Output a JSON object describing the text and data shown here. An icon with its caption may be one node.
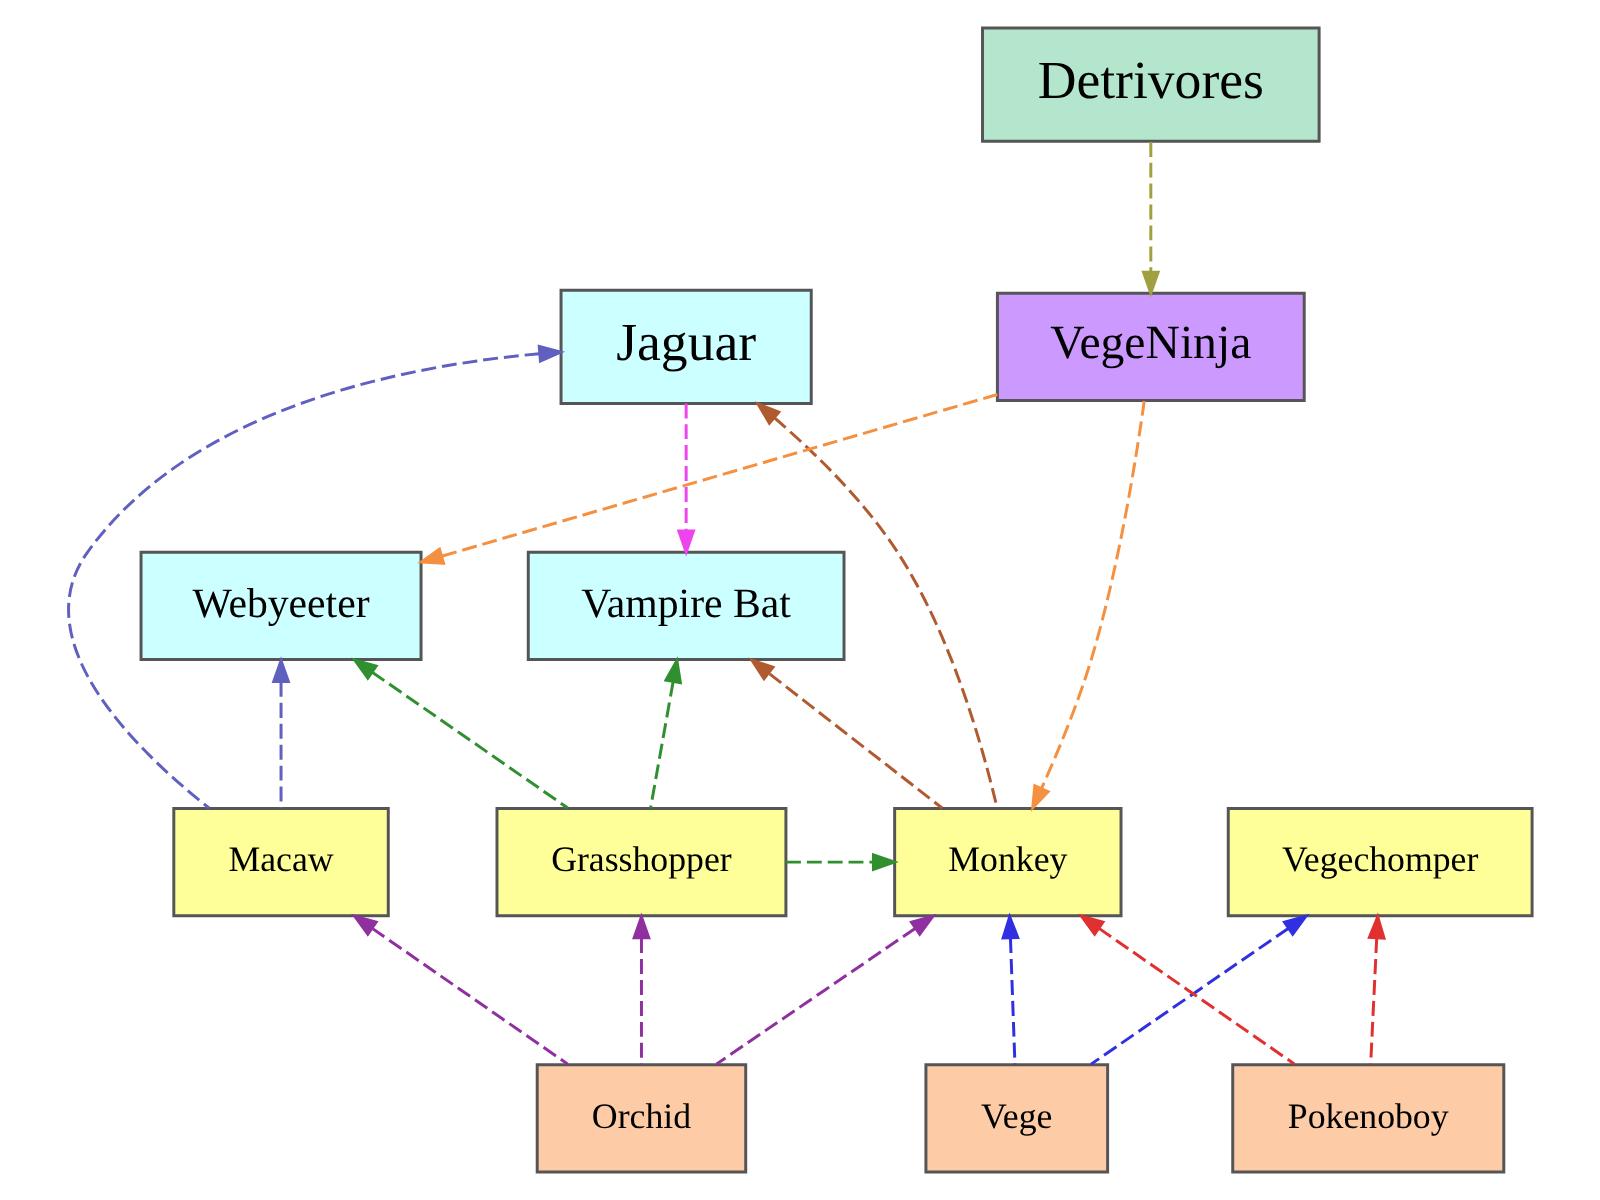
{
  "diagram": {
    "nodes": [
      {
        "text": [
          "Detrivores"
        ]
      },
      {
        "text": [
          "Jaguar"
        ]
      },
      {
        "text": [
          "VegeNinja"
        ]
      },
      {
        "text": [
          "Vampire Bat"
        ]
      },
      {
        "text": [
          "Webyeeter"
        ]
      },
      {
        "text": [
          "Vegechomper"
        ]
      },
      {
        "text": [
          "Macaw"
        ]
      },
      {
        "text": [
          "Monkey"
        ]
      },
      {
        "text": [
          "Grasshopper"
        ]
      },
      {
        "text": [
          "Pokenoboy"
        ]
      },
      {
        "text": [
          "Vege"
        ]
      },
      {
        "text": [
          "Orchid"
        ]
      }
    ],
    "edges": [
      {
        "from": 0,
        "to": 2,
        "arrow": "to",
        "style": "dashed",
        "color": "#a0a040"
      },
      {
        "from": 1,
        "to": 3,
        "arrow": "to",
        "style": "dashed",
        "color": "#ee44ee"
      },
      {
        "from": 6,
        "to": 1,
        "arrow": "to",
        "style": "dashed",
        "color": "#6060c0"
      },
      {
        "from": 7,
        "to": 1,
        "arrow": "to",
        "style": "dashed",
        "color": "#b05a30"
      },
      {
        "from": 2,
        "to": 4,
        "arrow": "to",
        "style": "dashed",
        "color": "#f59040"
      },
      {
        "from": 2,
        "to": 7,
        "arrow": "to",
        "style": "dashed",
        "color": "#f59040"
      },
      {
        "from": 7,
        "to": 3,
        "arrow": "to",
        "style": "dashed",
        "color": "#b05a30"
      },
      {
        "from": 6,
        "to": 4,
        "arrow": "to",
        "style": "dashed",
        "color": "#6060c0"
      },
      {
        "from": 8,
        "to": 3,
        "arrow": "to",
        "style": "dashed",
        "color": "#309030"
      },
      {
        "from": 8,
        "to": 4,
        "arrow": "to",
        "style": "dashed",
        "color": "#309030"
      },
      {
        "from": 8,
        "to": 7,
        "arrow": "to",
        "style": "dashed",
        "color": "#309030"
      },
      {
        "from": 9,
        "to": 5,
        "arrow": "to",
        "style": "dashed",
        "color": "#e03030"
      },
      {
        "from": 9,
        "to": 7,
        "arrow": "to",
        "style": "dashed",
        "color": "#e03030"
      },
      {
        "from": 10,
        "to": 5,
        "arrow": "to",
        "style": "dashed",
        "color": "#3030e0"
      },
      {
        "from": 10,
        "to": 7,
        "arrow": "to",
        "style": "dashed",
        "color": "#3030e0"
      },
      {
        "from": 11,
        "to": 6,
        "arrow": "to",
        "style": "dashed",
        "color": "#9030a0"
      },
      {
        "from": 11,
        "to": 7,
        "arrow": "to",
        "style": "dashed",
        "color": "#9030a0"
      },
      {
        "from": 11,
        "to": 8,
        "arrow": "to",
        "style": "dashed",
        "color": "#9030a0"
      }
    ]
  }
}
